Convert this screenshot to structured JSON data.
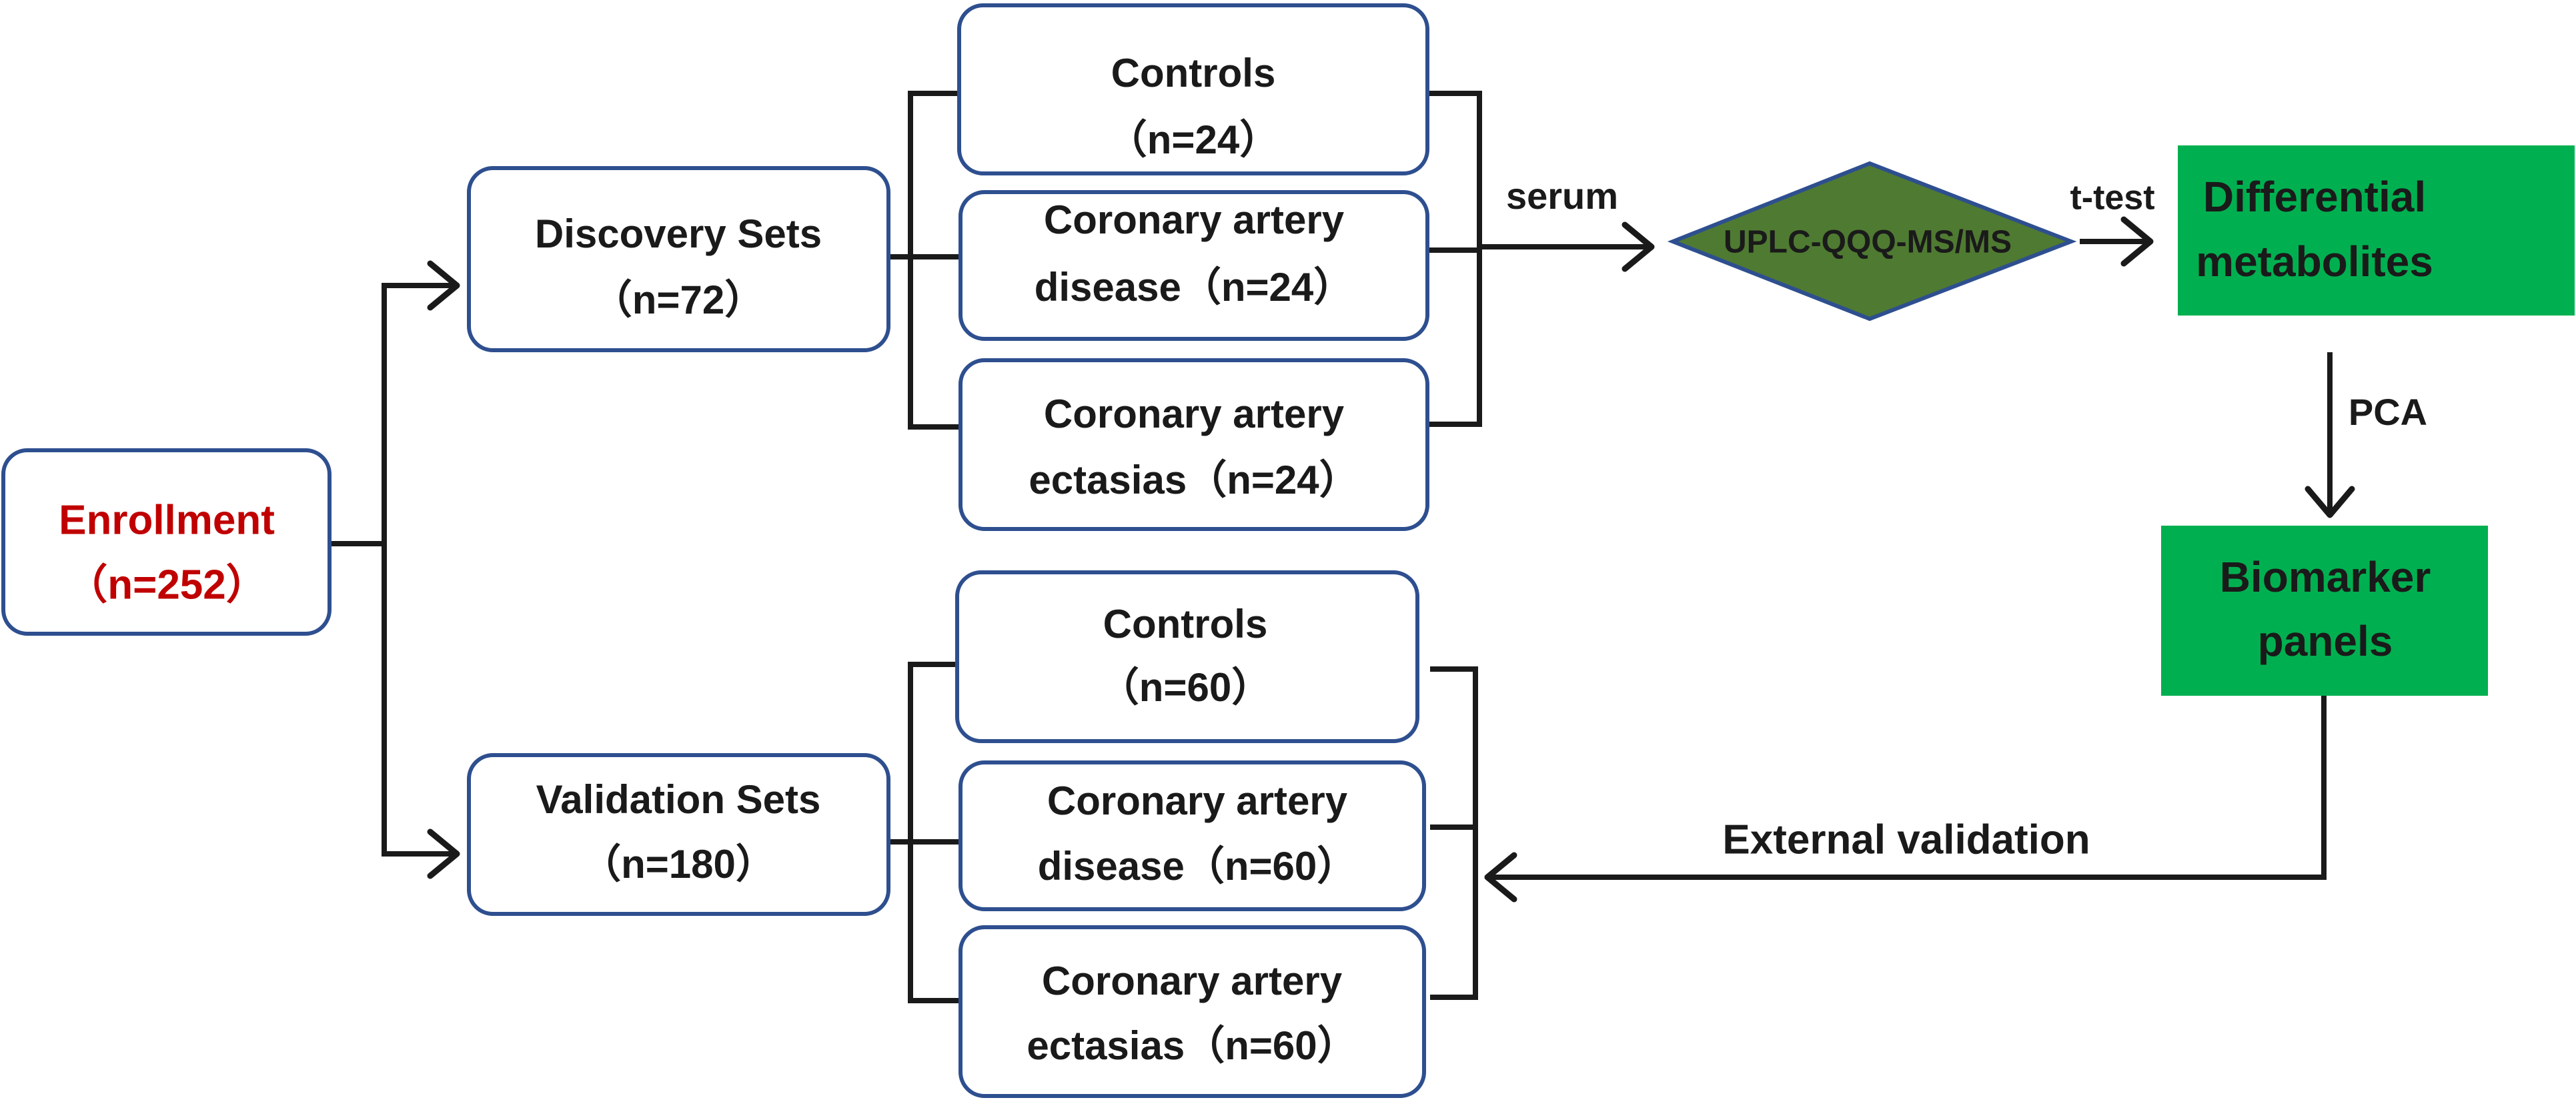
{
  "colors": {
    "box_border": "#2e4f8f",
    "connector": "#1a1a1a",
    "enrollment_text": "#c00000",
    "diamond_fill": "#4f7a32",
    "diamond_border": "#2e4f8f",
    "green_box": "#00b050",
    "text": "#1a1a1a"
  },
  "enrollment": {
    "line1": "Enrollment",
    "line2": "（n=252）"
  },
  "discovery": {
    "line1": "Discovery  Sets",
    "line2": "（n=72）",
    "groups": [
      {
        "line1": "Controls",
        "line2": "（n=24）"
      },
      {
        "line1": "Coronary artery",
        "line2": "disease（n=24）"
      },
      {
        "line1": "Coronary artery",
        "line2": "ectasias（n=24）"
      }
    ]
  },
  "validation": {
    "line1": "Validation Sets",
    "line2": "（n=180）",
    "groups": [
      {
        "line1": "Controls",
        "line2": "（n=60）"
      },
      {
        "line1": "Coronary artery",
        "line2": "disease（n=60）"
      },
      {
        "line1": "Coronary artery",
        "line2": "ectasias（n=60）"
      }
    ]
  },
  "labels": {
    "serum": "serum",
    "ttest": "t-test",
    "pca": "PCA",
    "external_validation": "External validation"
  },
  "uplc": {
    "label": "UPLC-QQQ-MS/MS"
  },
  "differential": {
    "line1": "Differential",
    "line2": "metabolites"
  },
  "biomarker": {
    "line1": "Biomarker",
    "line2": "panels"
  }
}
